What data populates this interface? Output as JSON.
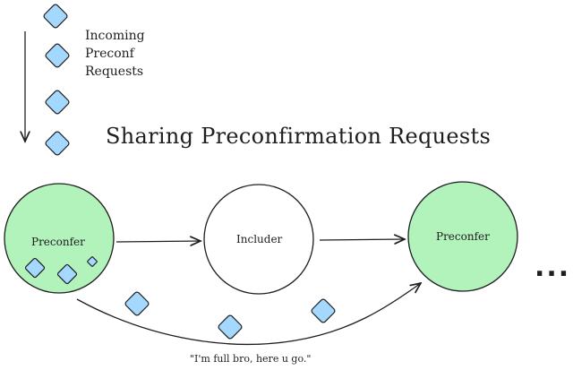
{
  "title": "Sharing Preconfirmation Requests",
  "incoming_label": [
    "Incoming",
    "Preconf",
    "Requests"
  ],
  "nodes": {
    "left": "Preconfer",
    "middle": "Includer",
    "right": "Preconfer"
  },
  "caption": "\"I'm full bro, here u go.\"",
  "ellipsis": "...",
  "colors": {
    "stroke": "#1e1e1e",
    "preconfer_fill": "#b2f2bb",
    "request_fill": "#a5d8ff",
    "includer_fill": "#ffffff"
  }
}
